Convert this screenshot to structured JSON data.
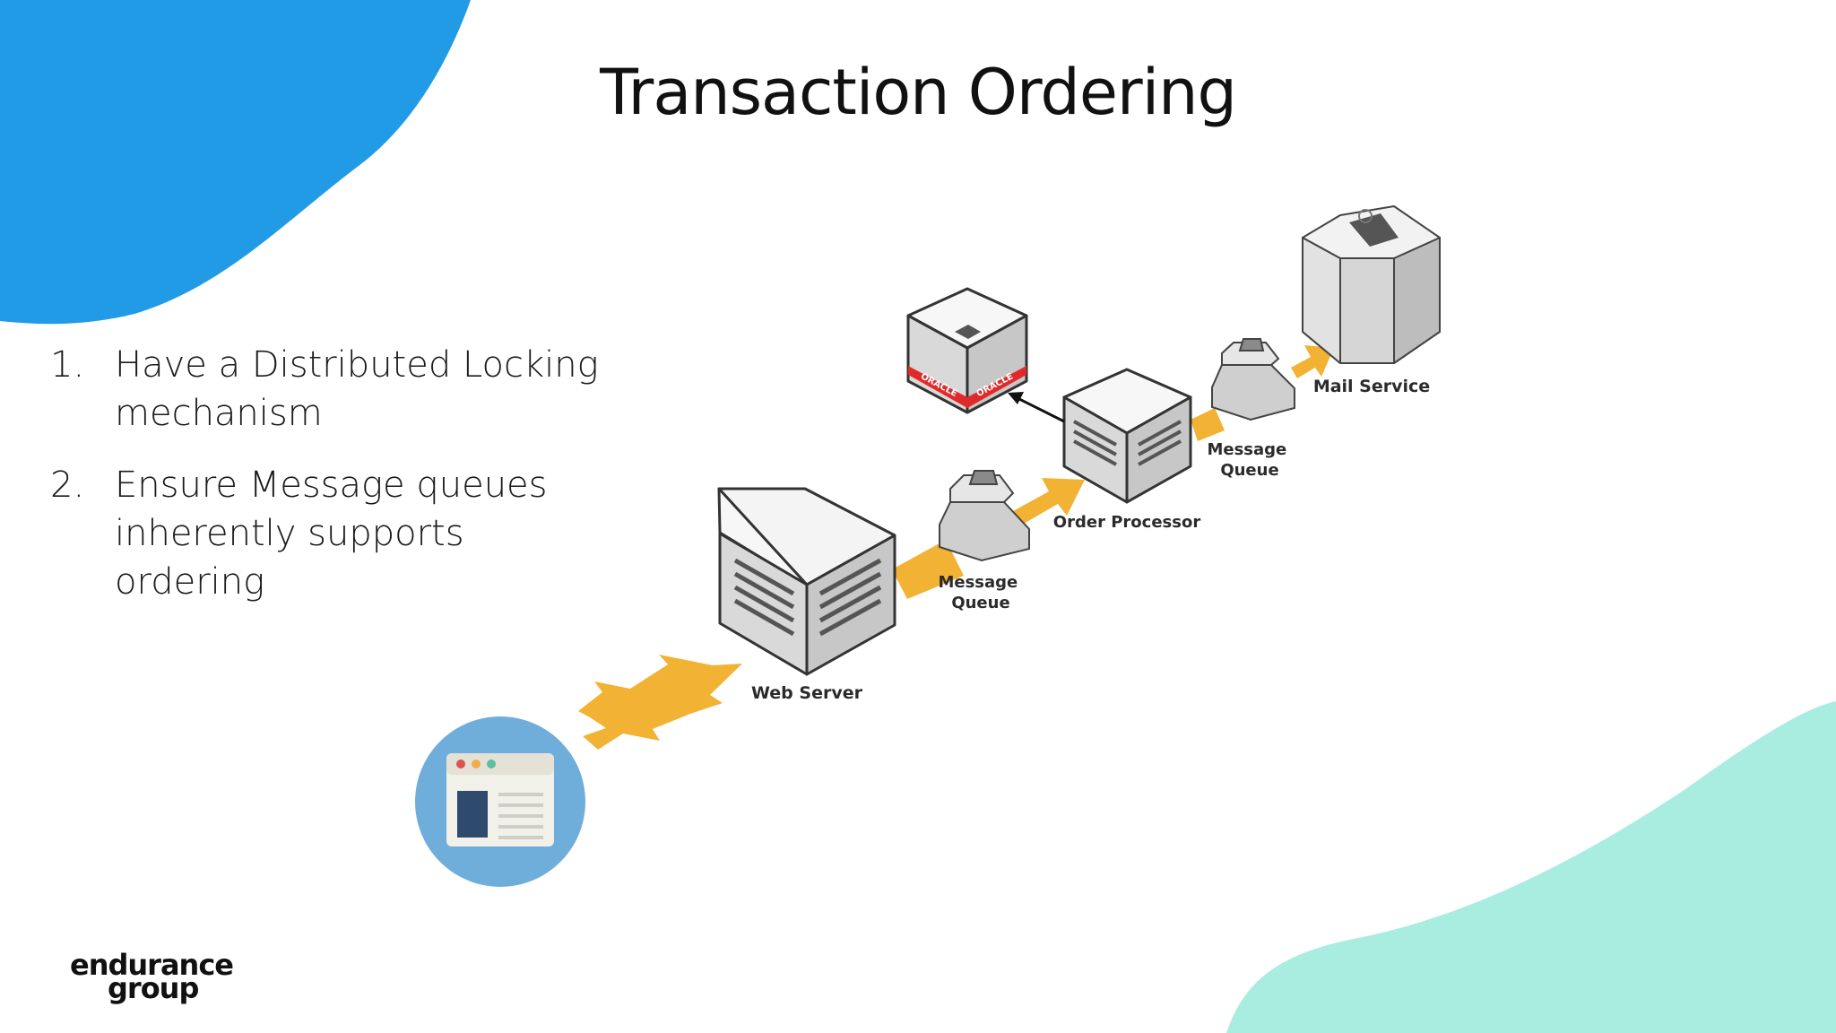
{
  "slide": {
    "title": "Transaction Ordering",
    "bullets": [
      {
        "marker": "1.",
        "text": "Have a Distributed Locking mechanism"
      },
      {
        "marker": "2.",
        "text": "Ensure Message queues inherently supports ordering"
      }
    ]
  },
  "diagram": {
    "nodes": {
      "web_server": "Web Server",
      "queue_1": [
        "Message",
        "Queue"
      ],
      "order_processor": "Order Processor",
      "queue_2": [
        "Message",
        "Queue"
      ],
      "mail_service": "Mail Service",
      "database_brand": "ORACLE"
    }
  },
  "logo": {
    "line1": "endurance",
    "line2": "group"
  },
  "colors": {
    "blob_blue": "#229BE6",
    "blob_mint": "#A9EDE0",
    "arrow_orange": "#F2B233",
    "client_circle": "#6FAEDB",
    "oracle_red": "#E02A2A"
  }
}
